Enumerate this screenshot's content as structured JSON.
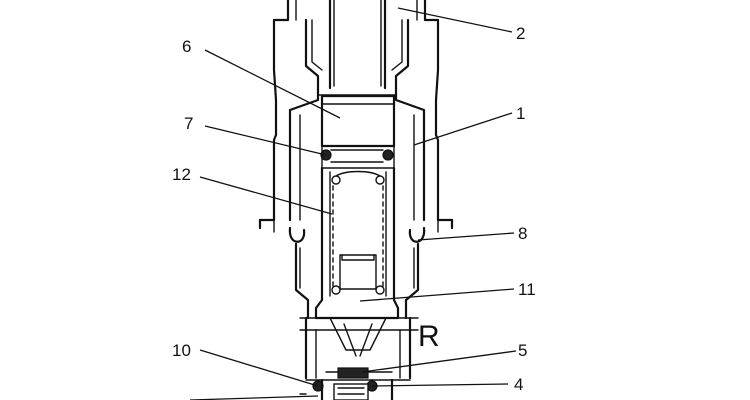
{
  "diagram": {
    "labels": [
      {
        "id": "1",
        "text": "1"
      },
      {
        "id": "2",
        "text": "2"
      },
      {
        "id": "4",
        "text": "4"
      },
      {
        "id": "5",
        "text": "5"
      },
      {
        "id": "6",
        "text": "6"
      },
      {
        "id": "7",
        "text": "7"
      },
      {
        "id": "8",
        "text": "8"
      },
      {
        "id": "10",
        "text": "10"
      },
      {
        "id": "11",
        "text": "11"
      },
      {
        "id": "12",
        "text": "12"
      }
    ],
    "annotation": "R"
  }
}
